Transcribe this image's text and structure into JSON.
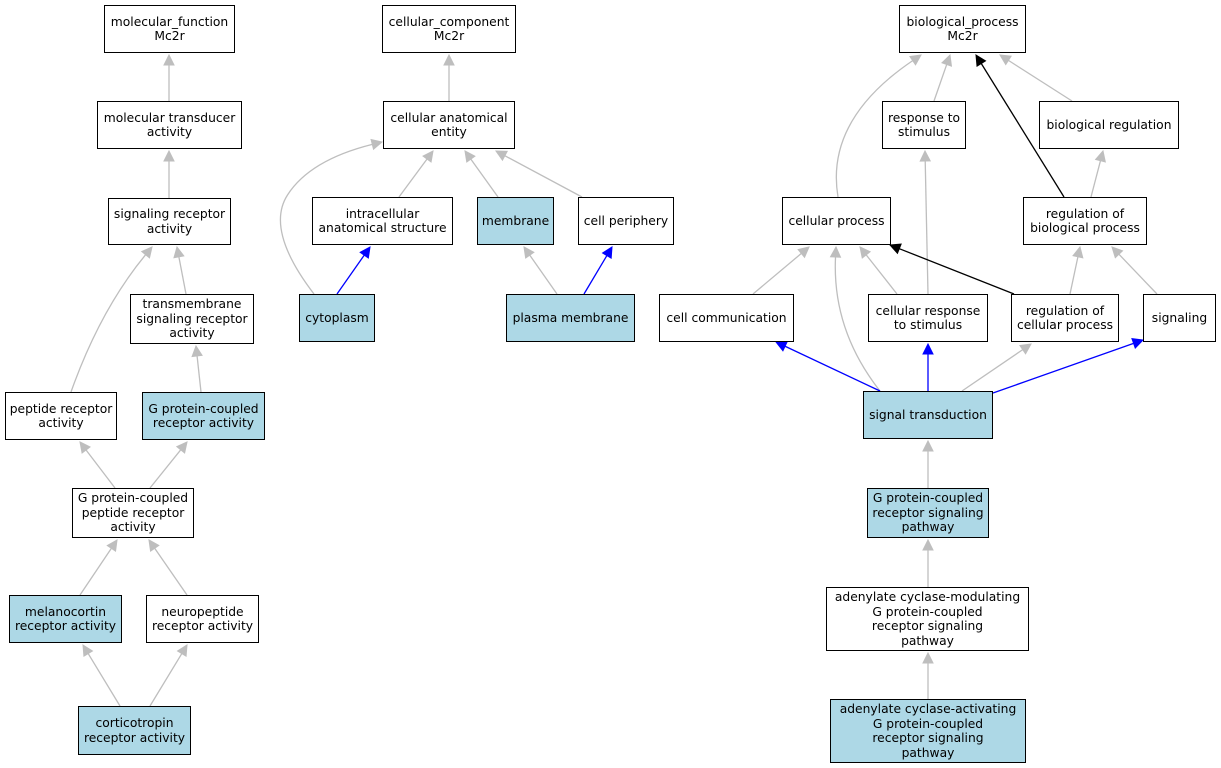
{
  "colors": {
    "highlight_fill": "#add8e6",
    "default_fill": "#ffffff",
    "is_a_edge": "#bebebe",
    "part_of_edge": "#0000ff",
    "regulates_edge": "#000000"
  },
  "nodes": {
    "mf_root": {
      "label": "molecular_function\nMc2r",
      "highlighted": false
    },
    "mol_transducer": {
      "label": "molecular transducer\nactivity",
      "highlighted": false
    },
    "sig_receptor": {
      "label": "signaling receptor\nactivity",
      "highlighted": false
    },
    "tm_sig_receptor": {
      "label": "transmembrane\nsignaling receptor\nactivity",
      "highlighted": false
    },
    "peptide_receptor": {
      "label": "peptide receptor\nactivity",
      "highlighted": false
    },
    "gpcr_activity": {
      "label": "G protein-coupled\nreceptor activity",
      "highlighted": true
    },
    "gpc_peptide_receptor": {
      "label": "G protein-coupled\npeptide receptor\nactivity",
      "highlighted": false
    },
    "melanocortin": {
      "label": "melanocortin\nreceptor activity",
      "highlighted": true
    },
    "neuropeptide": {
      "label": "neuropeptide\nreceptor activity",
      "highlighted": false
    },
    "corticotropin": {
      "label": "corticotropin\nreceptor activity",
      "highlighted": true
    },
    "cc_root": {
      "label": "cellular_component\nMc2r",
      "highlighted": false
    },
    "cell_anat_entity": {
      "label": "cellular anatomical\nentity",
      "highlighted": false
    },
    "intracellular": {
      "label": "intracellular\nanatomical structure",
      "highlighted": false
    },
    "membrane": {
      "label": "membrane",
      "highlighted": true
    },
    "cell_periphery": {
      "label": "cell periphery",
      "highlighted": false
    },
    "cytoplasm": {
      "label": "cytoplasm",
      "highlighted": true
    },
    "plasma_membrane": {
      "label": "plasma membrane",
      "highlighted": true
    },
    "bp_root": {
      "label": "biological_process\nMc2r",
      "highlighted": false
    },
    "response_stimulus": {
      "label": "response to\nstimulus",
      "highlighted": false
    },
    "bio_regulation": {
      "label": "biological regulation",
      "highlighted": false
    },
    "cellular_process": {
      "label": "cellular process",
      "highlighted": false
    },
    "reg_bio_process": {
      "label": "regulation of\nbiological process",
      "highlighted": false
    },
    "cell_communication": {
      "label": "cell communication",
      "highlighted": false
    },
    "cell_response_stimulus": {
      "label": "cellular response\nto stimulus",
      "highlighted": false
    },
    "reg_cell_process": {
      "label": "regulation of\ncellular process",
      "highlighted": false
    },
    "signaling": {
      "label": "signaling",
      "highlighted": false
    },
    "signal_transduction": {
      "label": "signal transduction",
      "highlighted": true
    },
    "gpcr_pathway": {
      "label": "G protein-coupled\nreceptor signaling\npathway",
      "highlighted": true
    },
    "ac_modulating": {
      "label": "adenylate cyclase-modulating\nG protein-coupled\nreceptor signaling\npathway",
      "highlighted": false
    },
    "ac_activating": {
      "label": "adenylate cyclase-activating\nG protein-coupled\nreceptor signaling\npathway",
      "highlighted": true
    }
  },
  "edges": [
    {
      "from": "mol_transducer",
      "to": "mf_root",
      "relation": "is_a"
    },
    {
      "from": "sig_receptor",
      "to": "mol_transducer",
      "relation": "is_a"
    },
    {
      "from": "tm_sig_receptor",
      "to": "sig_receptor",
      "relation": "is_a"
    },
    {
      "from": "peptide_receptor",
      "to": "sig_receptor",
      "relation": "is_a"
    },
    {
      "from": "gpcr_activity",
      "to": "tm_sig_receptor",
      "relation": "is_a"
    },
    {
      "from": "gpc_peptide_receptor",
      "to": "peptide_receptor",
      "relation": "is_a"
    },
    {
      "from": "gpc_peptide_receptor",
      "to": "gpcr_activity",
      "relation": "is_a"
    },
    {
      "from": "melanocortin",
      "to": "gpc_peptide_receptor",
      "relation": "is_a"
    },
    {
      "from": "neuropeptide",
      "to": "gpc_peptide_receptor",
      "relation": "is_a"
    },
    {
      "from": "corticotropin",
      "to": "melanocortin",
      "relation": "is_a"
    },
    {
      "from": "corticotropin",
      "to": "neuropeptide",
      "relation": "is_a"
    },
    {
      "from": "cell_anat_entity",
      "to": "cc_root",
      "relation": "is_a"
    },
    {
      "from": "intracellular",
      "to": "cell_anat_entity",
      "relation": "is_a"
    },
    {
      "from": "membrane",
      "to": "cell_anat_entity",
      "relation": "is_a"
    },
    {
      "from": "cell_periphery",
      "to": "cell_anat_entity",
      "relation": "is_a"
    },
    {
      "from": "cytoplasm",
      "to": "cell_anat_entity",
      "relation": "is_a"
    },
    {
      "from": "cytoplasm",
      "to": "intracellular",
      "relation": "part_of"
    },
    {
      "from": "plasma_membrane",
      "to": "membrane",
      "relation": "is_a"
    },
    {
      "from": "plasma_membrane",
      "to": "cell_periphery",
      "relation": "part_of"
    },
    {
      "from": "response_stimulus",
      "to": "bp_root",
      "relation": "is_a"
    },
    {
      "from": "bio_regulation",
      "to": "bp_root",
      "relation": "is_a"
    },
    {
      "from": "cellular_process",
      "to": "bp_root",
      "relation": "is_a"
    },
    {
      "from": "reg_bio_process",
      "to": "bp_root",
      "relation": "regulates"
    },
    {
      "from": "reg_bio_process",
      "to": "bio_regulation",
      "relation": "is_a"
    },
    {
      "from": "cell_communication",
      "to": "cellular_process",
      "relation": "is_a"
    },
    {
      "from": "cell_response_stimulus",
      "to": "cellular_process",
      "relation": "is_a"
    },
    {
      "from": "cell_response_stimulus",
      "to": "response_stimulus",
      "relation": "is_a"
    },
    {
      "from": "reg_cell_process",
      "to": "cellular_process",
      "relation": "regulates"
    },
    {
      "from": "reg_cell_process",
      "to": "reg_bio_process",
      "relation": "is_a"
    },
    {
      "from": "signaling",
      "to": "reg_bio_process",
      "relation": "is_a"
    },
    {
      "from": "signal_transduction",
      "to": "cellular_process",
      "relation": "is_a"
    },
    {
      "from": "signal_transduction",
      "to": "cell_communication",
      "relation": "part_of"
    },
    {
      "from": "signal_transduction",
      "to": "cell_response_stimulus",
      "relation": "part_of"
    },
    {
      "from": "signal_transduction",
      "to": "reg_cell_process",
      "relation": "is_a"
    },
    {
      "from": "signal_transduction",
      "to": "signaling",
      "relation": "part_of"
    },
    {
      "from": "gpcr_pathway",
      "to": "signal_transduction",
      "relation": "is_a"
    },
    {
      "from": "ac_modulating",
      "to": "gpcr_pathway",
      "relation": "is_a"
    },
    {
      "from": "ac_activating",
      "to": "ac_modulating",
      "relation": "is_a"
    }
  ]
}
